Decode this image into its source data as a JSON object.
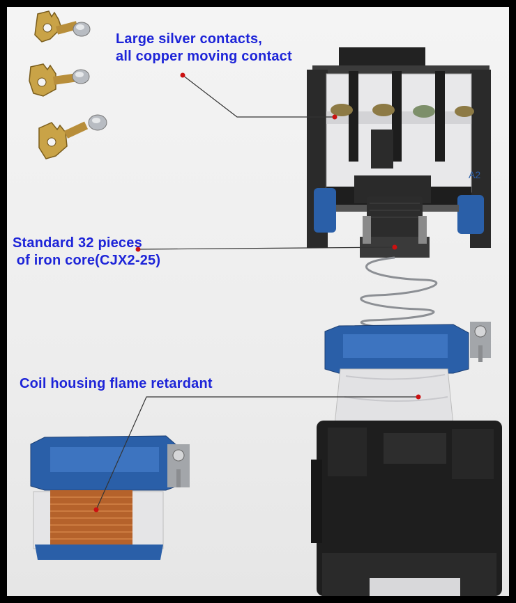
{
  "annotations": {
    "contacts": {
      "line1": "Large silver contacts,",
      "line2": "all copper moving contact"
    },
    "iron_core": {
      "line1": "Standard 32 pieces",
      "line2": " of iron core(CJX2-25)"
    },
    "coil": {
      "line1": "Coil housing flame retardant"
    }
  },
  "product_marking": "A2",
  "colors": {
    "label_text": "#1d24d8",
    "pointer_dot": "#cc1111",
    "housing_blue": "#2a5fa8",
    "housing_black": "#1c1c1c",
    "copper": "#b5622b"
  }
}
